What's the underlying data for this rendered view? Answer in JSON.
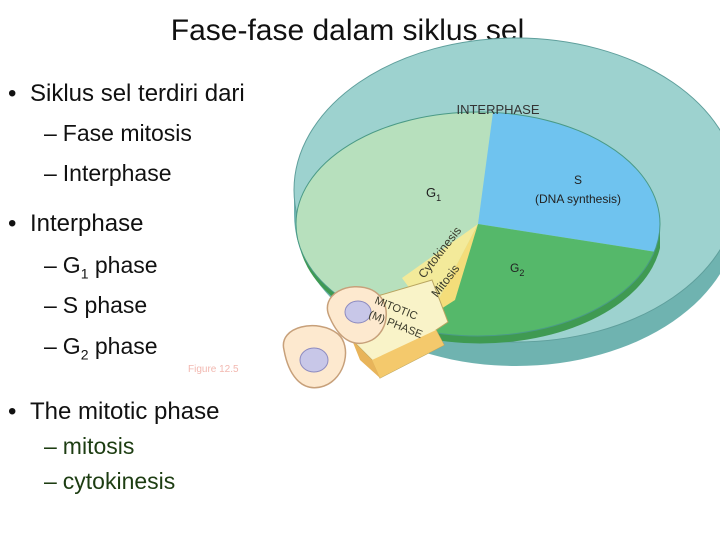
{
  "title": "Fase-fase dalam siklus sel",
  "bullets": [
    {
      "text": "Siklus sel terdiri dari",
      "items": [
        "Fase mitosis",
        "Interphase"
      ]
    },
    {
      "text": "Interphase",
      "items": [
        {
          "main": "G",
          "sub": "1",
          "rest": " phase"
        },
        {
          "main": "S phase",
          "sub": "",
          "rest": ""
        },
        {
          "main": "G",
          "sub": "2",
          "rest": " phase"
        }
      ]
    },
    {
      "text": "The mitotic phase",
      "items": [
        "mitosis",
        "cytokinesis"
      ]
    }
  ],
  "figure_label": "Figure 12.5",
  "diagram": {
    "interphase_label": "INTERPHASE",
    "g1_main": "G",
    "g1_sub": "1",
    "s_main": "S",
    "s_sub": "(DNA synthesis)",
    "g2_main": "G",
    "g2_sub": "2",
    "cytokinesis_label": "Cytokinesis",
    "mitosis_label": "Mitosis",
    "mitotic_line1": "MITOTIC",
    "mitotic_line2": "(M) PHASE"
  },
  "colors": {
    "ring": "#9dd2cf",
    "ring_dark": "#6fb3b0",
    "g1": "#b7e0bd",
    "s": "#6fc3ef",
    "g2": "#55b86a",
    "mitotic": "#f3ea9a",
    "mitotic_dark": "#f4c96c",
    "cell_fill": "#fde9cf",
    "nucleus": "#c8c7e8"
  }
}
